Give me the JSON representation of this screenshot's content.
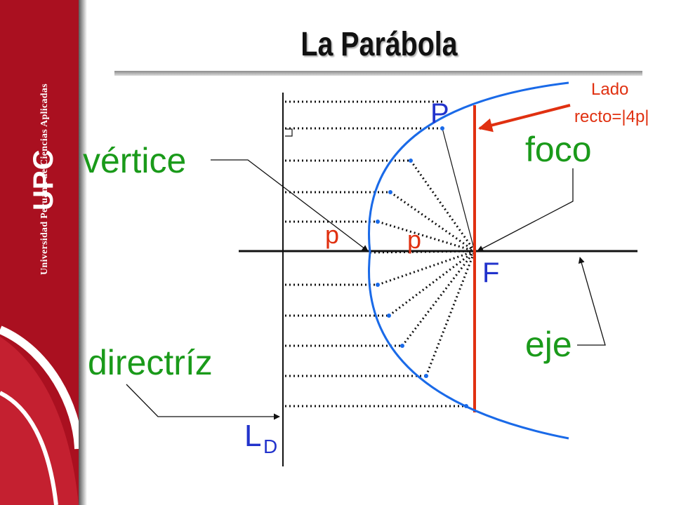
{
  "slide": {
    "title": "La Parábola",
    "brand_name": "Universidad Peruana de Ciencias Aplicadas",
    "brand_logo": "UPC"
  },
  "diagram": {
    "labels": {
      "vertex": "vértice",
      "focus": "foco",
      "axis": "eje",
      "directrix": "directríz",
      "latus_line": "Lado",
      "latus_value": "recto=|4p|",
      "point": "P",
      "focus_letter": "F",
      "p_left": "p",
      "p_right": "p",
      "directrix_main": "L",
      "directrix_sub": "D"
    },
    "colors": {
      "label_green": "#1a9a1a",
      "label_blue": "#2233cc",
      "accent_red": "#e03010",
      "parabola_blue": "#1a6ae8",
      "sidebar_red": "#aa1020"
    },
    "icons": [
      "upc-logo-icon",
      "right-angle-icon"
    ]
  }
}
